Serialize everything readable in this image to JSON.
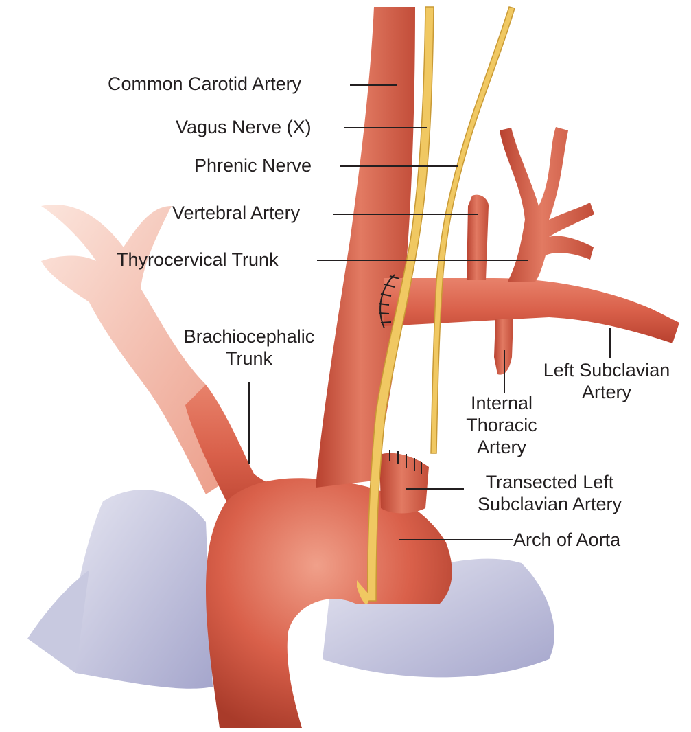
{
  "labels": {
    "common_carotid": "Common Carotid Artery",
    "vagus": "Vagus Nerve (X)",
    "phrenic": "Phrenic Nerve",
    "vertebral": "Vertebral Artery",
    "thyrocervical": "Thyrocervical Trunk",
    "brachiocephalic": [
      "Brachiocephalic",
      "Trunk"
    ],
    "left_subclavian": [
      "Left Subclavian",
      "Artery"
    ],
    "internal_thoracic": [
      "Internal",
      "Thoracic",
      "Artery"
    ],
    "transected": [
      "Transected Left",
      "Subclavian Artery"
    ],
    "arch": "Arch of Aorta"
  },
  "colors": {
    "artery": "#d9604a",
    "artery_shadow": "#b8412f",
    "artery_highlight": "#f0a08a",
    "nerve": "#f0c862",
    "nerve_edge": "#c99a35",
    "tissue": "#cfd0e4",
    "tissue_dark": "#9c9cc4",
    "leader": "#231f20",
    "text": "#231f20"
  }
}
